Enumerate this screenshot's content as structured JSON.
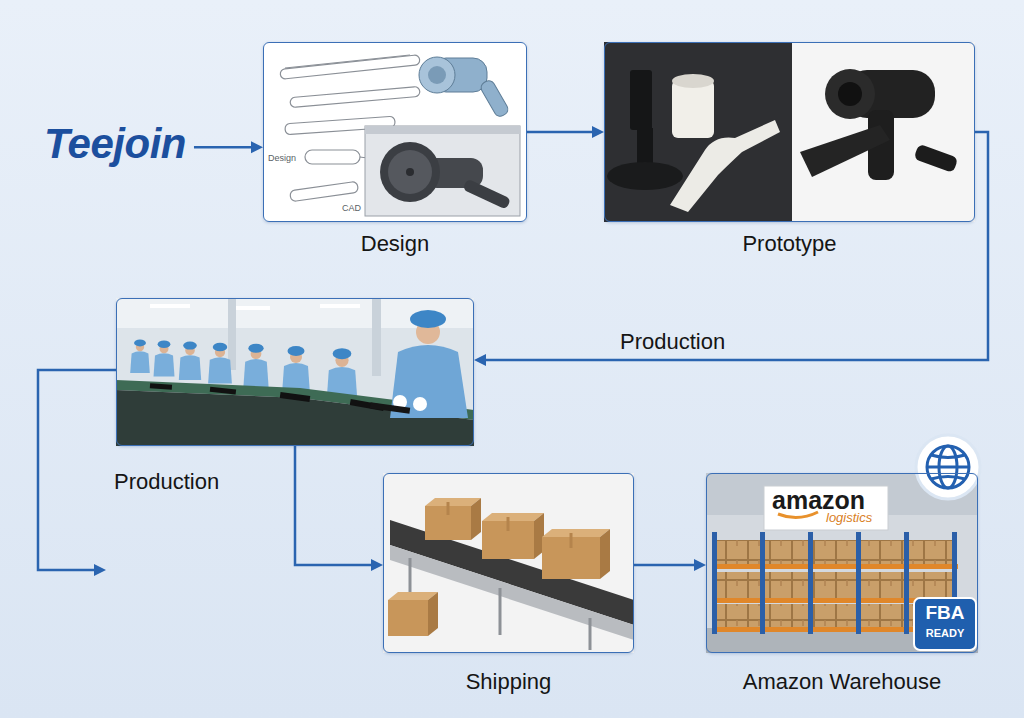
{
  "diagram": {
    "nodes": [
      {
        "text": [
          "Teejoin"
        ]
      },
      {
        "text": [
          "Design"
        ]
      },
      {
        "text": [
          "Prototype"
        ]
      },
      {
        "text": [
          "Production"
        ]
      },
      {
        "text": [
          "Shipping"
        ]
      },
      {
        "text": [
          "Amazon Warehouse"
        ]
      }
    ],
    "edges": [
      {
        "from": 0,
        "to": 1,
        "arrow": "to"
      },
      {
        "from": 1,
        "to": 2,
        "arrow": "to"
      },
      {
        "from": 2,
        "to": 3,
        "label": "Production",
        "arrow": "to"
      },
      {
        "from": 3,
        "to": 4,
        "arrow": "to"
      },
      {
        "from": 4,
        "to": 5,
        "arrow": "to"
      }
    ],
    "labels": [
      "Design",
      "CAD",
      "amazon",
      "logistics",
      "FBA",
      "READY"
    ]
  }
}
